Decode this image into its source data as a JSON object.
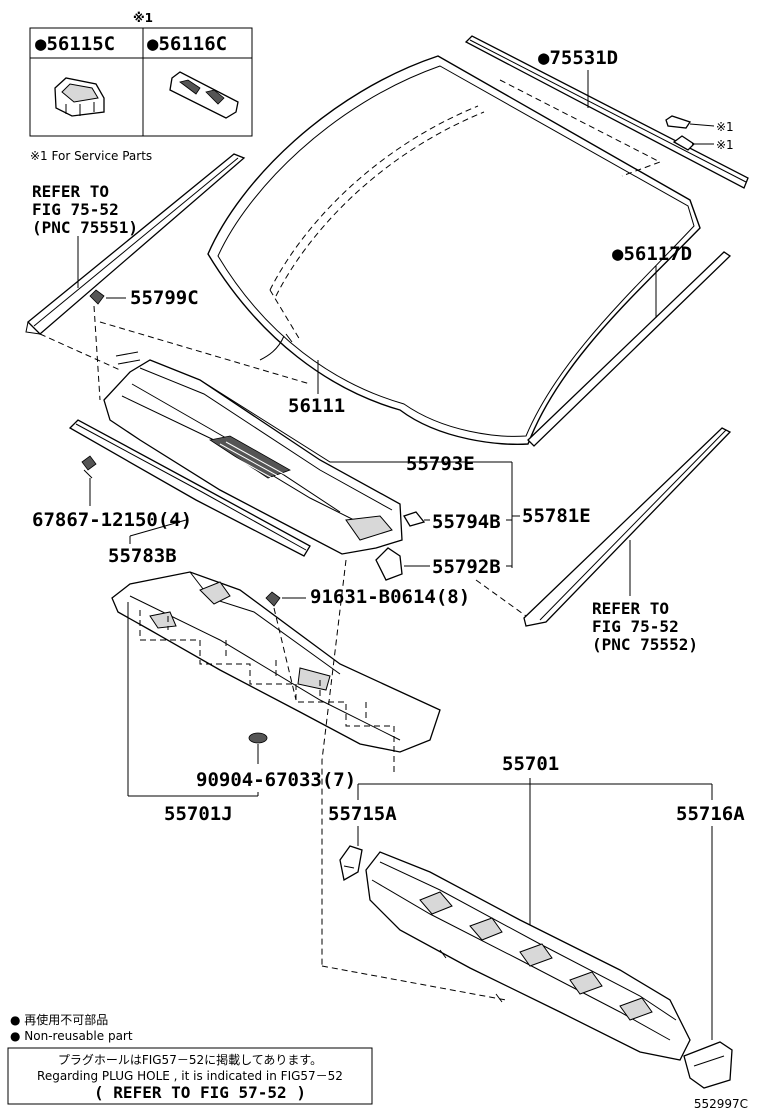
{
  "diagram": {
    "service_box": {
      "mark": "※1",
      "left_part": "●56115C",
      "right_part": "●56116C",
      "note": "※1 For Service Parts"
    },
    "labels": {
      "p75531D": "●75531D",
      "p56117D": "●56117D",
      "p56111": "56111",
      "p55799C": "55799C",
      "p55793E": "55793E",
      "p55781E": "55781E",
      "p55794B": "55794B",
      "p55792B": "55792B",
      "p67867": "67867-12150(4)",
      "p55783B": "55783B",
      "p91631": "91631-B0614(8)",
      "p90904": "90904-67033(7)",
      "p55701J": "55701J",
      "p55701": "55701",
      "p55715A": "55715A",
      "p55716A": "55716A",
      "mark1a": "※1",
      "mark1b": "※1"
    },
    "refer_left": [
      "REFER TO",
      "FIG 75-52",
      "(PNC 75551)"
    ],
    "refer_right": [
      "REFER TO",
      "FIG 75-52",
      "(PNC 75552)"
    ],
    "legend": {
      "jp": "● 再使用不可部品",
      "en": "● Non-reusable part"
    },
    "notice": {
      "jp": "プラグホールはFIG57－52に掲載してあります。",
      "en": "Regarding PLUG HOLE , it is indicated in FIG57－52",
      "refer": "( REFER TO FIG 57-52 )"
    },
    "drawing_number": "552997C"
  }
}
